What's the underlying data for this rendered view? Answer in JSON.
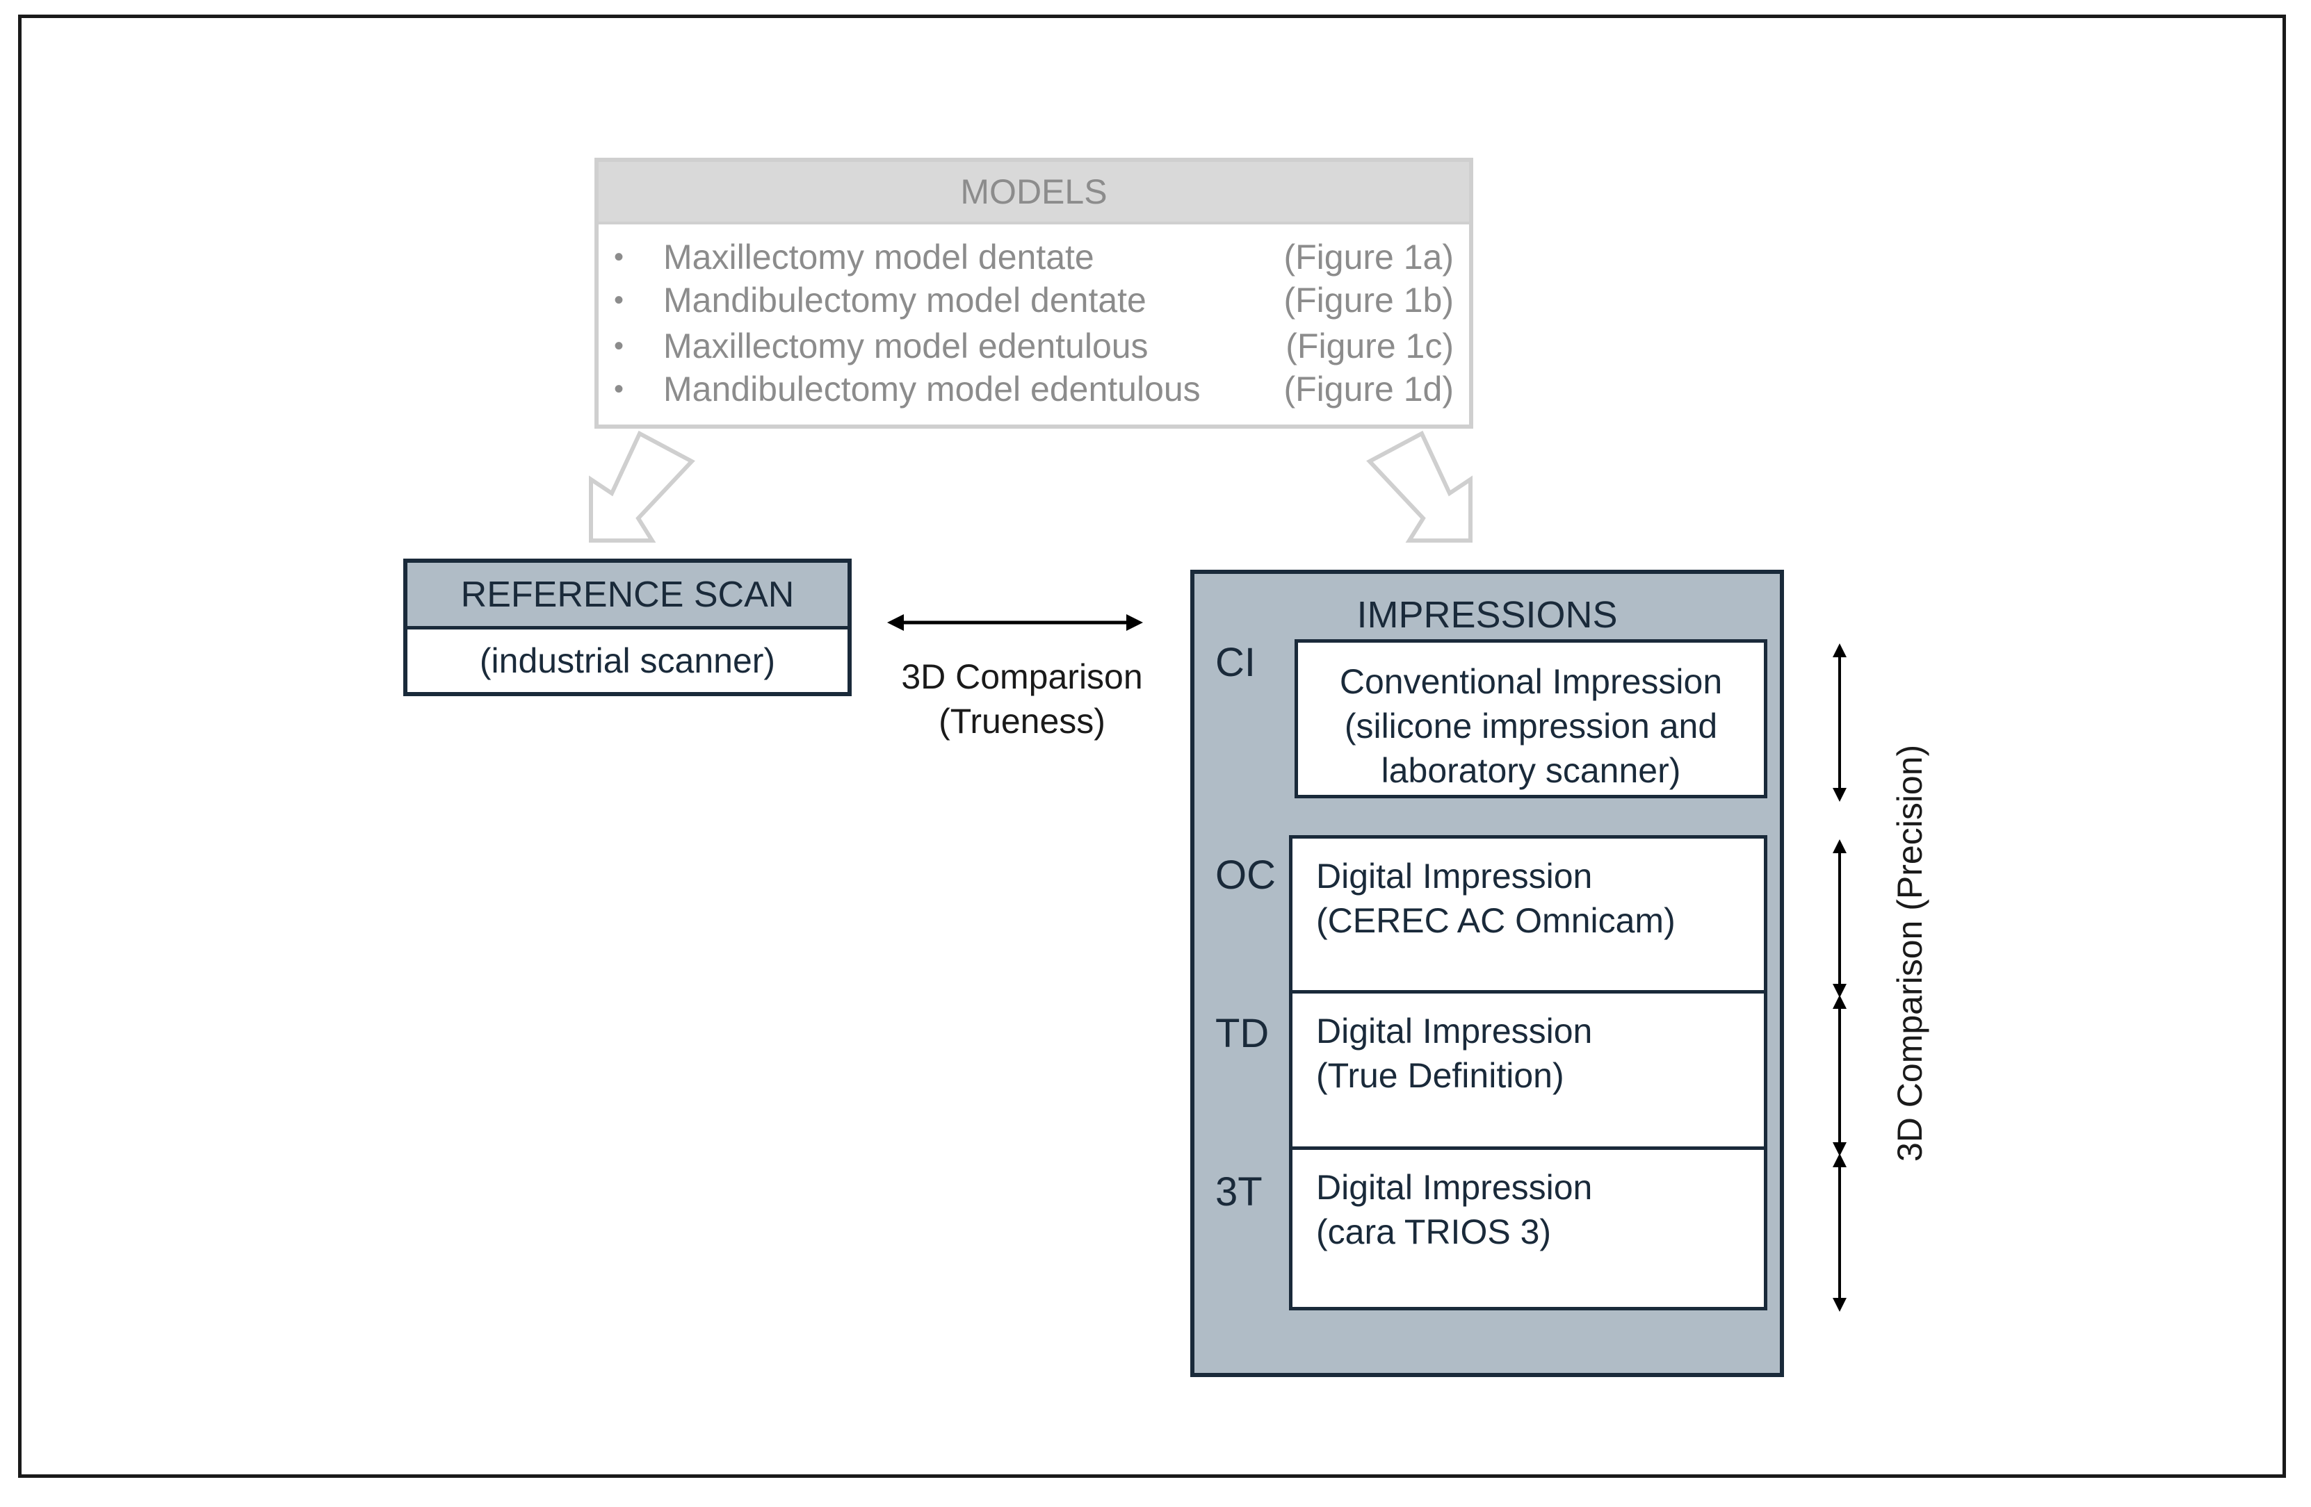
{
  "models": {
    "title": "MODELS",
    "bullet": "•",
    "items": [
      {
        "name": "Maxillectomy model dentate",
        "figure": "(Figure 1a)"
      },
      {
        "name": "Mandibulectomy model dentate",
        "figure": "(Figure 1b)"
      },
      {
        "name": "Maxillectomy model edentulous",
        "figure": "(Figure 1c)"
      },
      {
        "name": "Mandibulectomy model edentulous",
        "figure": "(Figure 1d)"
      }
    ]
  },
  "reference": {
    "title": "REFERENCE SCAN",
    "subtitle": "(industrial scanner)"
  },
  "trueness": {
    "line1": "3D Comparison",
    "line2": "(Trueness)"
  },
  "impressions": {
    "title": "IMPRESSIONS",
    "items": [
      {
        "code": "CI",
        "lines": [
          "Conventional Impression",
          "(silicone impression and",
          "laboratory scanner)"
        ]
      },
      {
        "code": "OC",
        "lines": [
          "Digital Impression",
          "(CEREC AC Omnicam)"
        ]
      },
      {
        "code": "TD",
        "lines": [
          "Digital Impression",
          "(True Definition)"
        ]
      },
      {
        "code": "3T",
        "lines": [
          "Digital Impression",
          "(cara TRIOS 3)"
        ]
      }
    ]
  },
  "precision": {
    "label": "3D Comparison (Precision)"
  },
  "colors": {
    "gray_box": "#cfcfcf",
    "gray_text": "#8c8c8c",
    "navy": "#1a2a3a",
    "panel_fill": "#b0bcc6"
  }
}
